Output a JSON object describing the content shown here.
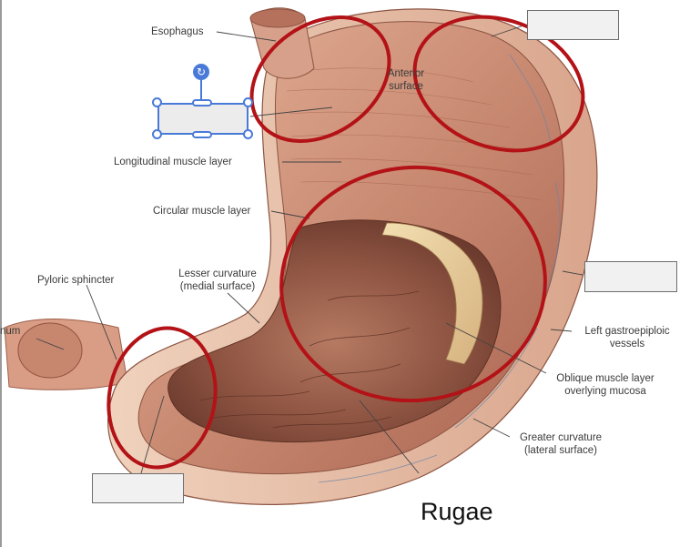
{
  "labels": {
    "esophagus": "Esophagus",
    "anterior": "Anterior",
    "surface": "surface",
    "longitudinal": "Longitudinal muscle layer",
    "circular": "Circular muscle layer",
    "lesser1": "Lesser curvature",
    "lesser2": "(medial surface)",
    "pyloric": "Pyloric sphincter",
    "duodenum": "num",
    "gastro1": "Left gastroepiploic",
    "gastro2": "vessels",
    "oblique1": "Oblique muscle layer",
    "oblique2": "overlying mucosa",
    "greater1": "Greater curvature",
    "greater2": "(lateral surface)",
    "rugae": "Rugae"
  },
  "annotations": {
    "highlight_color": "#b31217",
    "selection_color": "#4a7ad8",
    "rotate_icon": "rotate-icon"
  }
}
